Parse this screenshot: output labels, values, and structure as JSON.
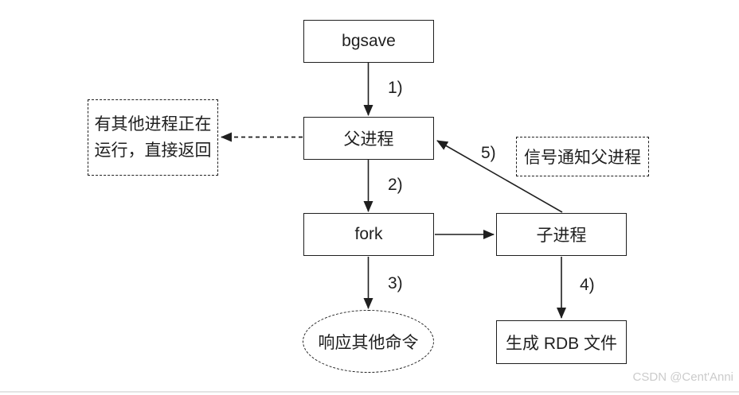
{
  "diagram": {
    "title_hint": "Redis bgsave flow",
    "nodes": {
      "bgsave": {
        "label": "bgsave"
      },
      "parent": {
        "label": "父进程"
      },
      "fork": {
        "label": "fork"
      },
      "child": {
        "label": "子进程"
      },
      "rdb": {
        "label": "生成 RDB 文件"
      },
      "return_note": {
        "lines": [
          "有其他进程正在",
          "运行，直接返回"
        ]
      },
      "signal_note": {
        "label": "信号通知父进程"
      },
      "respond": {
        "label": "响应其他命令"
      }
    },
    "edge_labels": {
      "step1": "1)",
      "step2": "2)",
      "step3": "3)",
      "step4": "4)",
      "step5": "5)"
    }
  },
  "watermark": {
    "text": "CSDN @Cent'Anni"
  },
  "colors": {
    "line": "#1f1f1f",
    "background": "#ffffff",
    "watermark": "#cbcbcb",
    "bottom_rule": "#e4e4e4"
  }
}
